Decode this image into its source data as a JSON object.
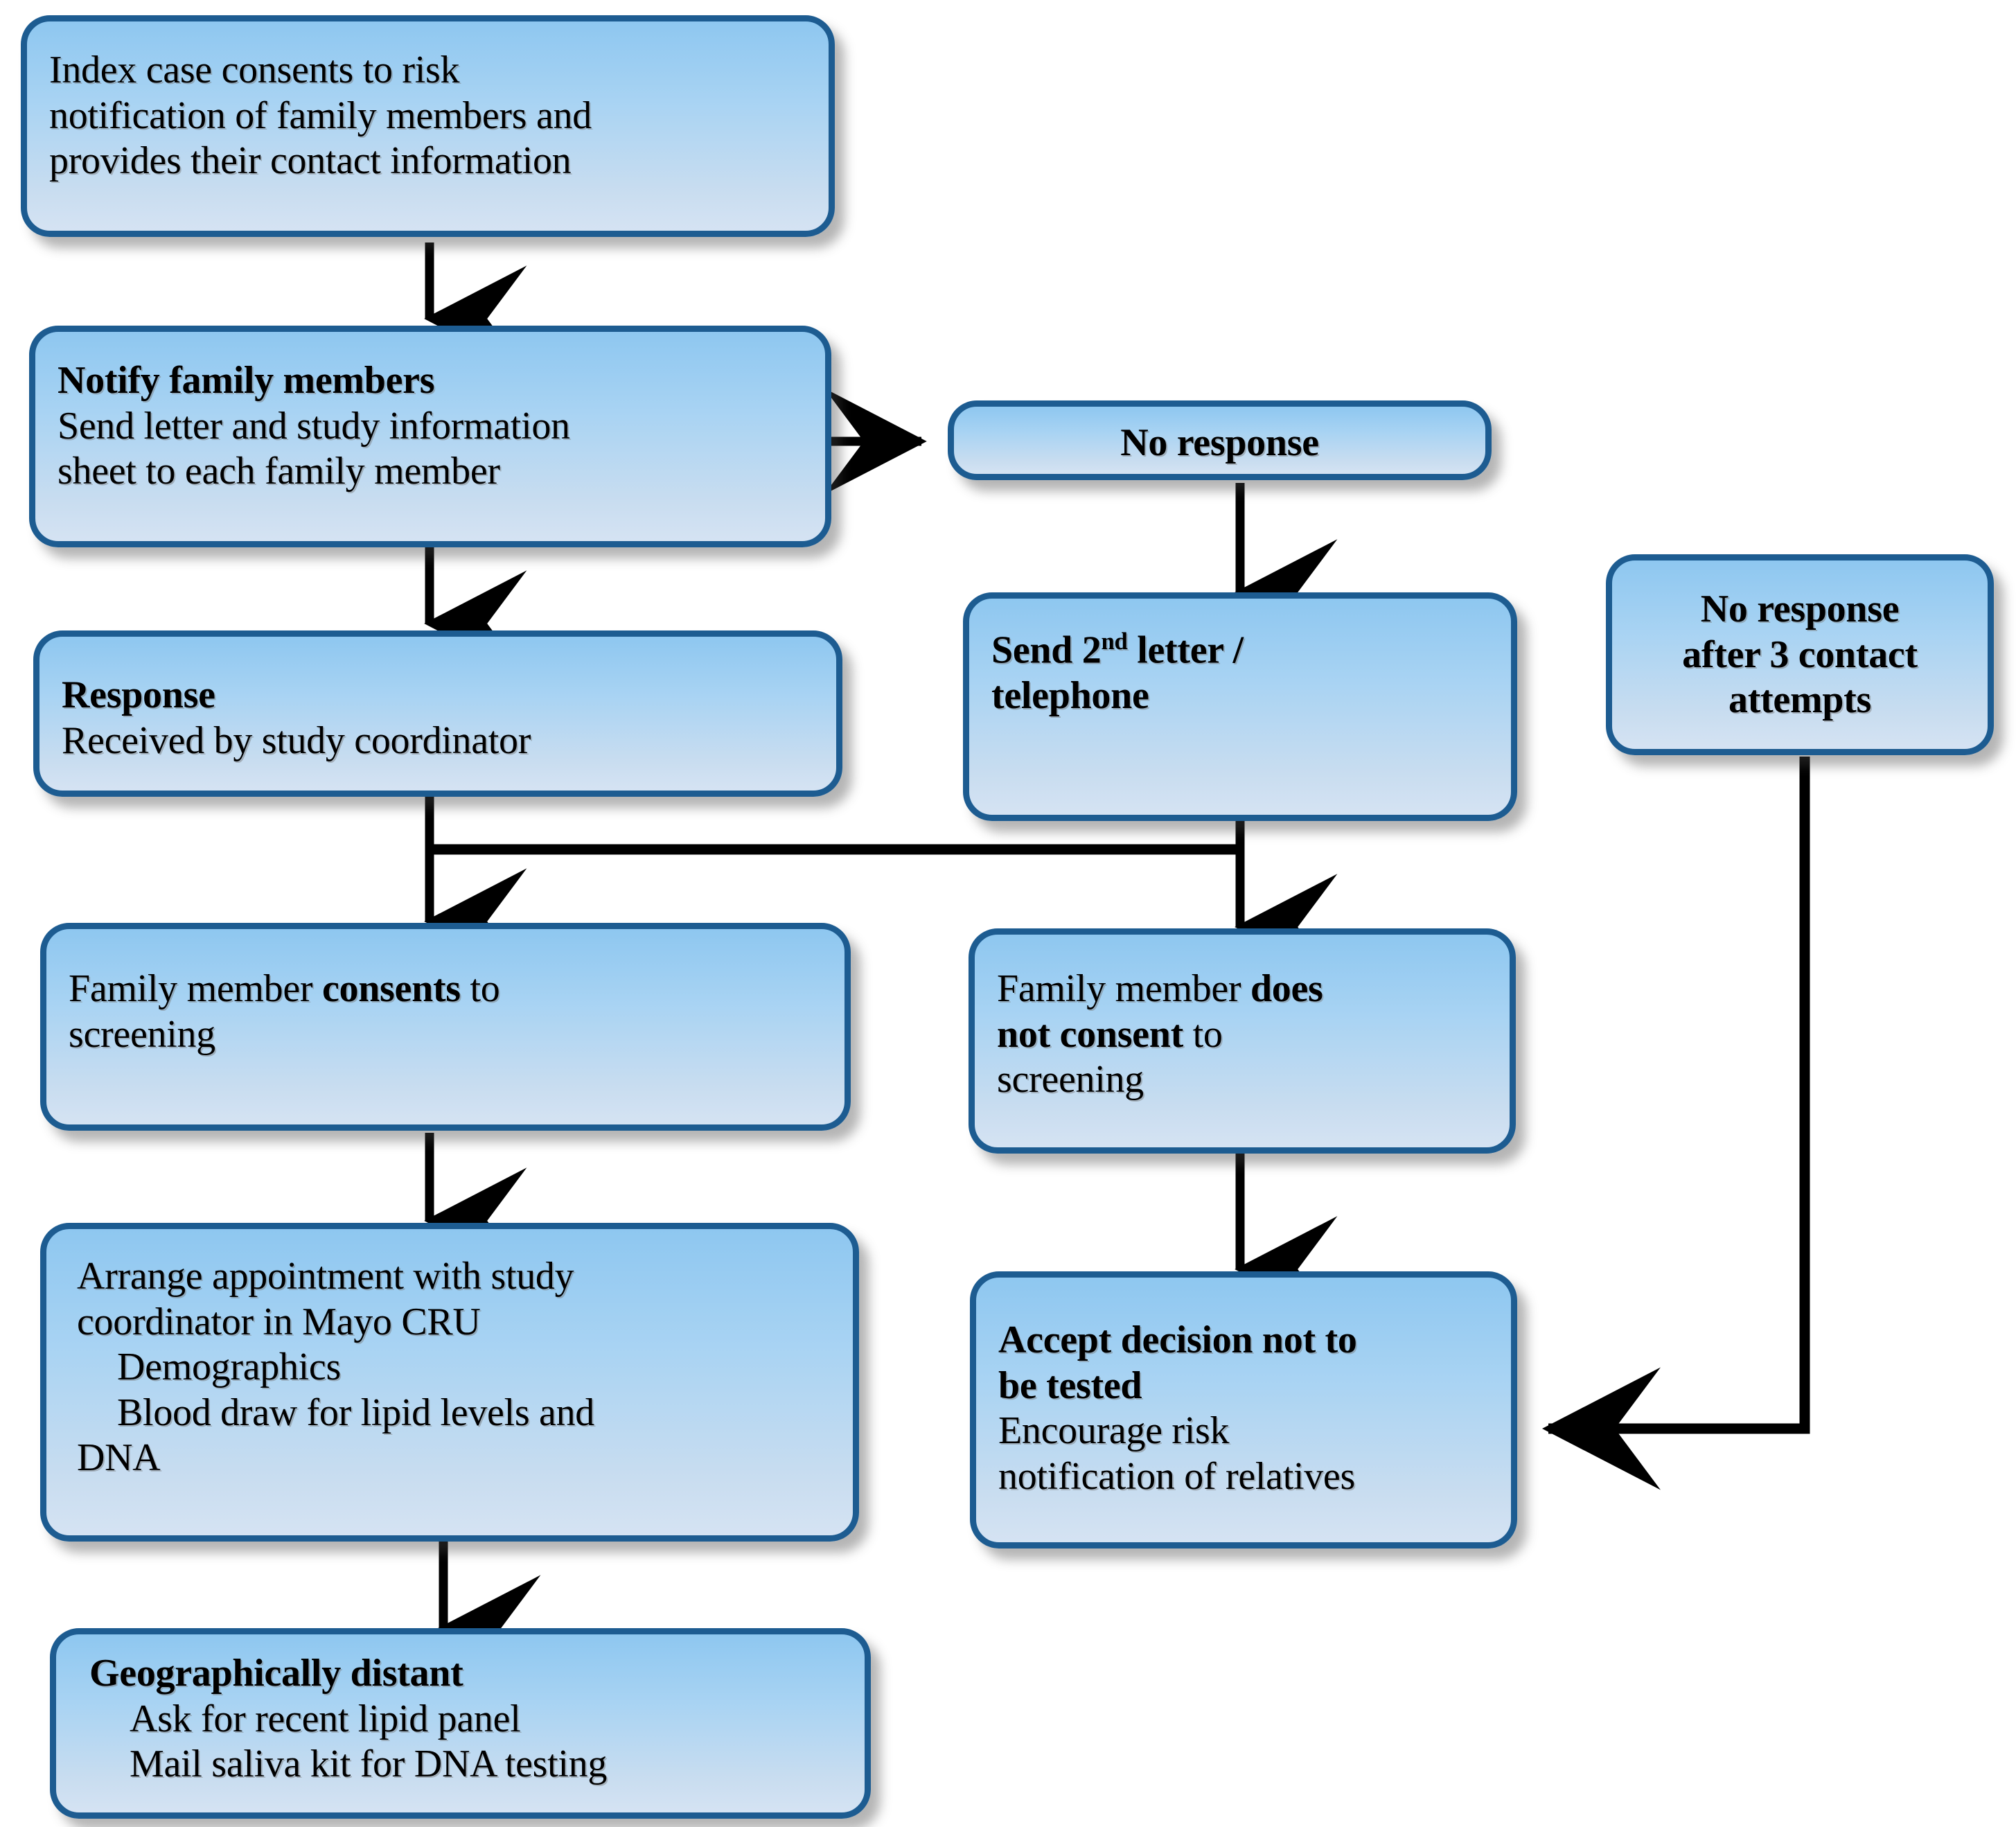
{
  "diagram": {
    "type": "flowchart",
    "title": "Family cascade screening risk-notification workflow",
    "palette": {
      "node_border": "#1d5c91",
      "node_fill_top": "#8ec7f0",
      "node_fill_bottom": "#d5e3f3",
      "connector": "#000000",
      "text": "#000000",
      "background": "#ffffff"
    },
    "nodes": [
      {
        "id": "index-case",
        "lines": [
          {
            "text": "Index case consents to risk",
            "bold": false,
            "indent": 0
          },
          {
            "text": "notification of family members and",
            "bold": false,
            "indent": 0
          },
          {
            "text": "provides their contact information",
            "bold": false,
            "indent": 0
          }
        ]
      },
      {
        "id": "notify-family",
        "lines": [
          {
            "text": "Notify family members",
            "bold": true,
            "indent": 0
          },
          {
            "text": "Send letter and study information",
            "bold": false,
            "indent": 0
          },
          {
            "text": "sheet to each family member",
            "bold": false,
            "indent": 0
          }
        ]
      },
      {
        "id": "no-response",
        "lines": [
          {
            "text": "No response",
            "bold": true,
            "indent": 0
          }
        ]
      },
      {
        "id": "send-second-letter",
        "lines": [
          {
            "text": "Send 2nd letter /",
            "bold": true,
            "indent": 0
          },
          {
            "text": "telephone",
            "bold": true,
            "indent": 0
          }
        ]
      },
      {
        "id": "no-response-3-attempts",
        "lines": [
          {
            "text": "No response",
            "bold": true,
            "indent": 0
          },
          {
            "text": "after 3 contact",
            "bold": true,
            "indent": 0
          },
          {
            "text": "attempts",
            "bold": true,
            "indent": 0
          }
        ]
      },
      {
        "id": "response-received",
        "lines": [
          {
            "text": "Response",
            "bold": true,
            "indent": 0
          },
          {
            "text": "Received by study coordinator",
            "bold": false,
            "indent": 0
          }
        ]
      },
      {
        "id": "member-consents",
        "lines": [
          {
            "text": "Family member consents to",
            "bold": false,
            "indent": 0
          },
          {
            "text": "screening",
            "bold": false,
            "indent": 0
          }
        ]
      },
      {
        "id": "member-does-not-consent",
        "lines": [
          {
            "text": "Family member does",
            "bold": false,
            "indent": 0
          },
          {
            "text": "not consent to",
            "bold": true,
            "indent": 0
          },
          {
            "text": "screening",
            "bold": false,
            "indent": 0
          }
        ]
      },
      {
        "id": "arrange-appointment",
        "lines": [
          {
            "text": "Arrange appointment with study",
            "bold": false,
            "indent": 0
          },
          {
            "text": "coordinator in Mayo CRU",
            "bold": false,
            "indent": 0
          },
          {
            "text": "Demographics",
            "bold": false,
            "indent": 1
          },
          {
            "text": "Blood draw for lipid levels and",
            "bold": false,
            "indent": 1
          },
          {
            "text": "DNA",
            "bold": false,
            "indent": 0
          }
        ]
      },
      {
        "id": "accept-decision",
        "lines": [
          {
            "text": "Accept decision not to",
            "bold": true,
            "indent": 0
          },
          {
            "text": "be tested",
            "bold": true,
            "indent": 0
          },
          {
            "text": "Encourage risk",
            "bold": false,
            "indent": 0
          },
          {
            "text": "notification of relatives",
            "bold": false,
            "indent": 0
          }
        ]
      },
      {
        "id": "geographically-distant",
        "lines": [
          {
            "text": "Geographically distant",
            "bold": true,
            "indent": 0
          },
          {
            "text": "Ask for recent lipid panel",
            "bold": false,
            "indent": 1
          },
          {
            "text": "Mail saliva kit for DNA testing",
            "bold": false,
            "indent": 1
          }
        ]
      }
    ],
    "edges": [
      {
        "from": "index-case",
        "to": "notify-family",
        "style": "arrow-down"
      },
      {
        "from": "notify-family",
        "to": "no-response",
        "style": "arrow-right"
      },
      {
        "from": "notify-family",
        "to": "response-received",
        "style": "arrow-down"
      },
      {
        "from": "no-response",
        "to": "send-second-letter",
        "style": "arrow-down"
      },
      {
        "from": "response-received",
        "to": "member-consents",
        "style": "arrow-down"
      },
      {
        "from": "response-received",
        "to": "member-does-not-consent",
        "style": "elbow"
      },
      {
        "from": "send-second-letter",
        "to": "member-does-not-consent",
        "style": "arrow-down"
      },
      {
        "from": "send-second-letter",
        "to": "member-consents",
        "style": "elbow"
      },
      {
        "from": "member-consents",
        "to": "arrange-appointment",
        "style": "arrow-down"
      },
      {
        "from": "member-does-not-consent",
        "to": "accept-decision",
        "style": "arrow-down"
      },
      {
        "from": "arrange-appointment",
        "to": "geographically-distant",
        "style": "arrow-down"
      },
      {
        "from": "no-response-3-attempts",
        "to": "accept-decision",
        "style": "elbow-left-arrow"
      }
    ]
  },
  "nodes": {
    "index_case": {
      "l1": "Index case consents to risk",
      "l2": "notification of family members and",
      "l3": "provides their contact information"
    },
    "notify_family": {
      "title": "Notify family members",
      "l1": "Send letter and study information",
      "l2": "sheet to each family member"
    },
    "no_response": {
      "title": "No response"
    },
    "send_second_letter": {
      "l1_a": "Send 2",
      "l1_sup": "nd",
      "l1_b": " letter /",
      "l2": "telephone"
    },
    "no_response_3": {
      "l1": "No response",
      "l2": "after 3 contact",
      "l3": "attempts"
    },
    "response_received": {
      "title": "Response",
      "l1": "Received by study coordinator"
    },
    "member_consents": {
      "l1_a": "Family member ",
      "l1_b": "consents",
      "l1_c": " to",
      "l2": "screening"
    },
    "member_not_consent": {
      "l1_a": "Family member ",
      "l1_b": "does",
      "l2_a": "not consent",
      "l2_b": " to",
      "l3": "screening"
    },
    "arrange_appointment": {
      "l1": "Arrange appointment with study",
      "l2": "coordinator in Mayo CRU",
      "l3": "Demographics",
      "l4": "Blood draw for lipid levels and",
      "l5": "DNA"
    },
    "accept_decision": {
      "title_l1": "Accept decision not to",
      "title_l2": "be tested",
      "l1": "Encourage risk",
      "l2": "notification of relatives"
    },
    "geographically_distant": {
      "title": "Geographically distant",
      "l1": "Ask for recent lipid panel",
      "l2": "Mail saliva kit for DNA testing"
    }
  }
}
